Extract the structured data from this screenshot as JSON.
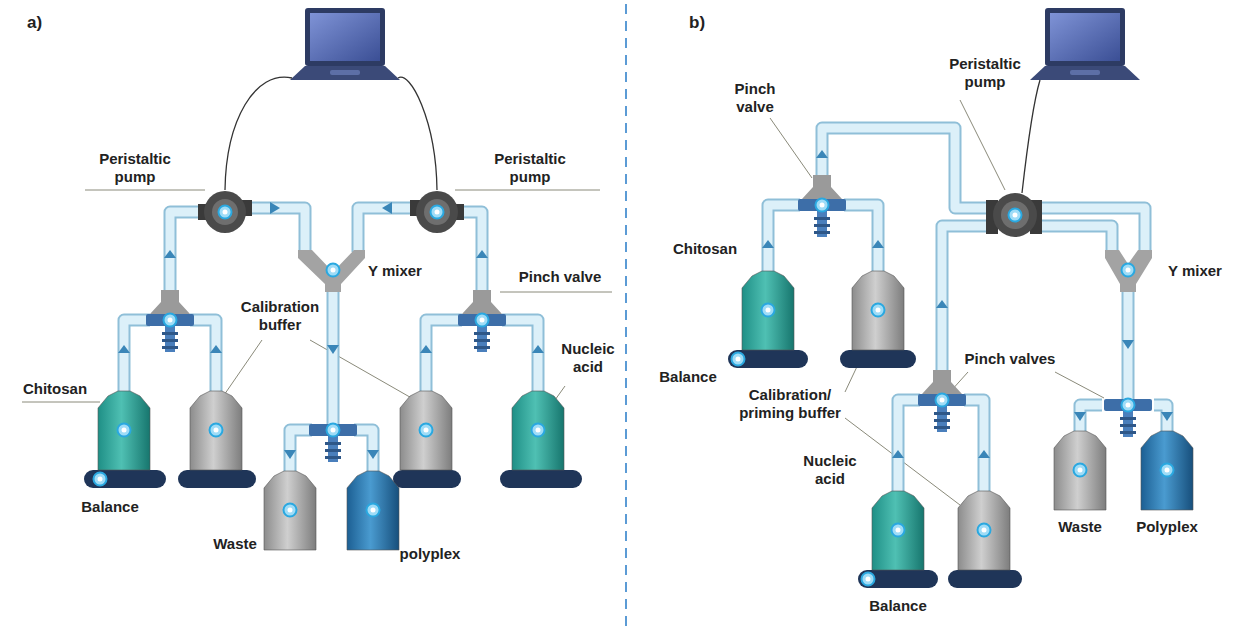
{
  "diagram": {
    "labels": [
      "a)",
      "Peristaltic pump",
      "Peristaltic pump",
      "Y mixer",
      "Pinch valve",
      "Calibration buffer",
      "Chitosan",
      "Nucleic acid",
      "Balance",
      "Waste",
      "polyplex",
      "b)",
      "Peristaltic pump",
      "Pinch valve",
      "Y mixer",
      "Chitosan",
      "Balance",
      "Calibration/ priming buffer",
      "Pinch valves",
      "Nucleic acid",
      "Balance",
      "Waste",
      "Polyplex"
    ]
  }
}
